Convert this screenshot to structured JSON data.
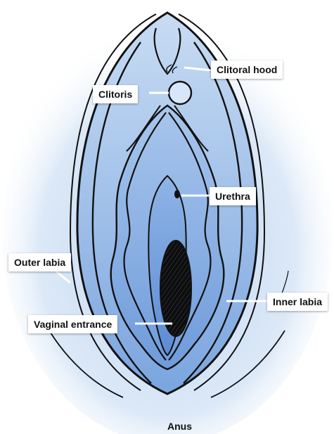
{
  "labels": {
    "clitoral_hood": "Clitoral hood",
    "clitoris": "Clitoris",
    "urethra": "Urethra",
    "outer_labia": "Outer labia",
    "inner_labia": "Inner labia",
    "vaginal_entrance": "Vaginal entrance",
    "anus": "Anus"
  },
  "colors": {
    "background_wash": "#d6e6f7",
    "outer_fill": "#a9c8ee",
    "inner_fill": "#7fa8e0",
    "deep_fill": "#5f8fd6",
    "outline": "#111111",
    "opening": "#0d0d0d",
    "label_bg": "#ffffff",
    "label_text": "#111111"
  }
}
